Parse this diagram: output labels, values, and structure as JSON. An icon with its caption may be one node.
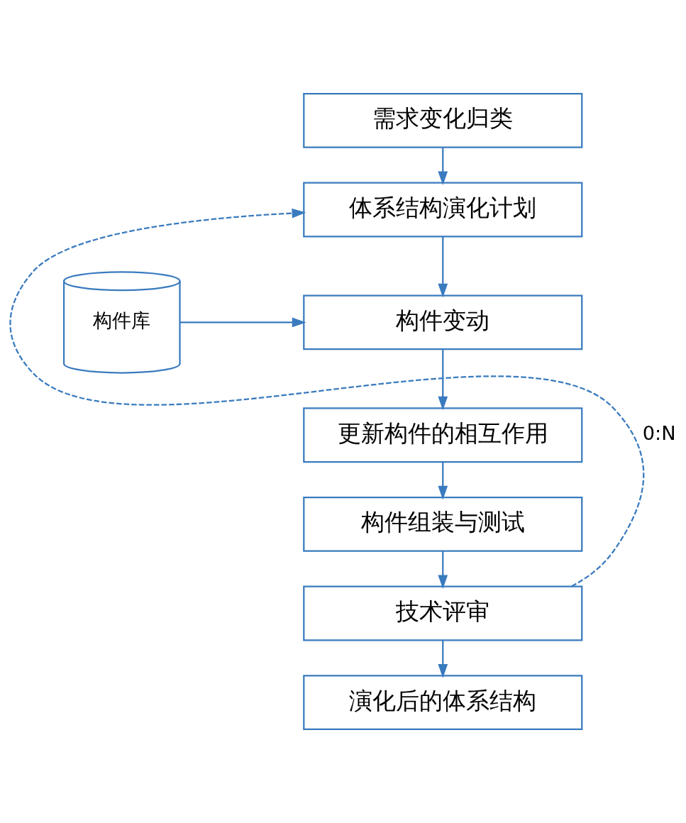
{
  "diagram": {
    "nodes": [
      {
        "text": [
          "需求变化归类"
        ]
      },
      {
        "text": [
          "体系结构演化计划"
        ]
      },
      {
        "text": [
          "构件变动"
        ]
      },
      {
        "text": [
          "构件库"
        ]
      },
      {
        "text": [
          "更新构件的相互作用"
        ]
      },
      {
        "text": [
          "构件组装与测试"
        ]
      },
      {
        "text": [
          "技术评审"
        ]
      },
      {
        "text": [
          "演化后的体系结构"
        ]
      }
    ],
    "edges": [
      {
        "from": 0,
        "to": 1,
        "arrow": "to"
      },
      {
        "from": 1,
        "to": 2,
        "arrow": "to"
      },
      {
        "from": 3,
        "to": 2,
        "arrow": "to"
      },
      {
        "from": 2,
        "to": 4,
        "arrow": "to"
      },
      {
        "from": 4,
        "to": 5,
        "arrow": "to"
      },
      {
        "from": 5,
        "to": 6,
        "arrow": "to"
      },
      {
        "from": 6,
        "to": 1,
        "arrow": "to",
        "style": "dashed",
        "label": "0:N"
      },
      {
        "from": 6,
        "to": 7,
        "arrow": "to"
      }
    ]
  }
}
